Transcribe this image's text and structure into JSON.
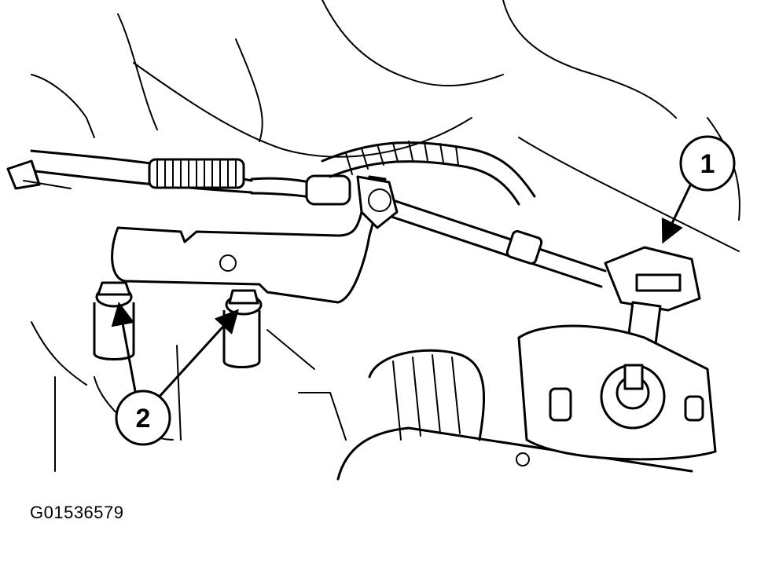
{
  "callouts": [
    {
      "id": "1",
      "label": "1"
    },
    {
      "id": "2",
      "label": "2"
    }
  ],
  "figure_id": "G01536579",
  "colors": {
    "line": "#000000",
    "background": "#ffffff"
  }
}
